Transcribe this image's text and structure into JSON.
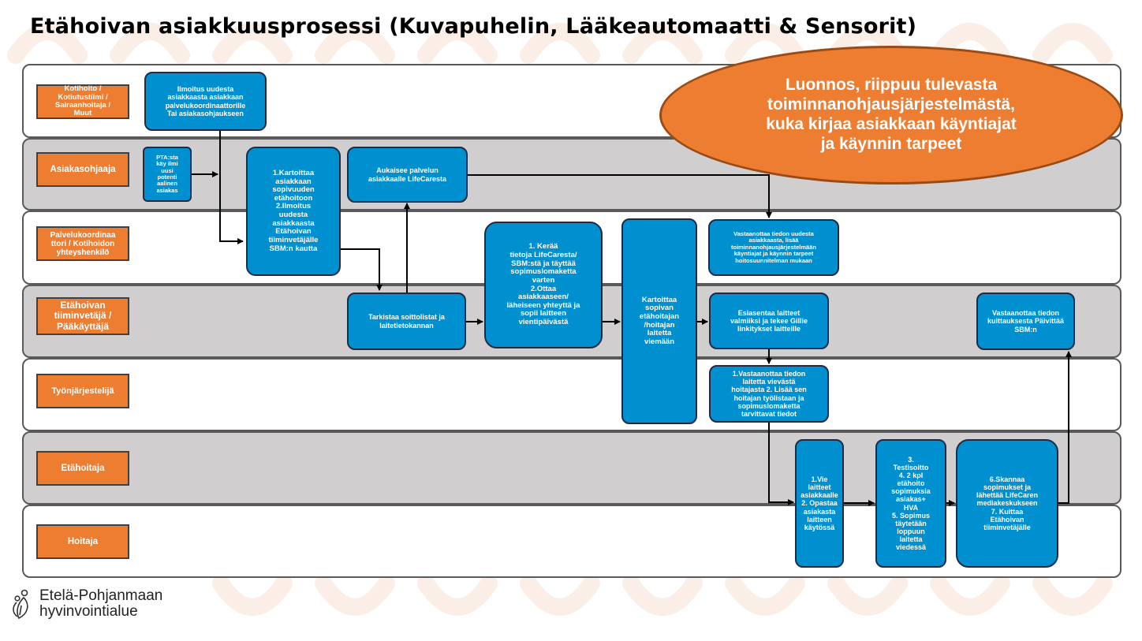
{
  "title": "Etähoivan asiakkuusprosessi (Kuvapuhelin, Lääkeautomaatti & Sensorit)",
  "colors": {
    "lane_label": "#ed7d31",
    "box": "#0090d0",
    "lane_grey": "#d0cece",
    "oval": "#ed7d31"
  },
  "lanes": [
    "Kotihoito / Kotiutustiimi / Sairaanhoitaja / Muut",
    "Asiakasohjaaja",
    "Palvelukoordinaattori / Kotihoidon yhteyshenkilö",
    "Etähoivan tiiminvetäjä / Pääkäyttäjä",
    "Työnjärjestelijä",
    "Etähoitaja",
    "Hoitaja"
  ],
  "lane_labels_display": [
    "Kotihoito /\nKotiutustiimi /\nSairaanhoitaja /\nMuut",
    "Asiakasohjaaja",
    "Palvelukoordinaa\nttori / Kotihoidon\nyhteyshenkilö",
    "Etähoivan\ntiiminvetäjä /\nPääkäyttäjä",
    "Työnjärjestelijä",
    "Etähoitaja",
    "Hoitaja"
  ],
  "steps": {
    "ilmoitus": "Ilmoitus uudesta\nasiakkaasta asiakkaan\npalvelukoordinaattorille\nTai asiakasohjaukseen",
    "pta": "PTA:sta\nkäy ilmi\nuusi\npotenti\naalinen\nasiakas",
    "kartoittaa": "1.Kartoittaa\nasiakkaan\nsopivuuden\netähoitoon\n2.Ilmoitus\nuudesta\nasiakkaasta\nEtähoivan\ntiiminvetäjälle\nSBM:n kautta",
    "aukaisee": "Aukaisee palvelun\nasiakkaalle LifeCaresta",
    "vastaanottaa_tiedon": "Vastaanottaa tiedon uudesta\nasiakkaasta, lisää\ntoiminnanohjausjärjestelmään\nkäyntiajat ja käynnin tarpeet\nhoitosuunnitelman mukaan",
    "tarkistaa": "Tarkistaa soittolistat ja\nlaitetietokannan",
    "keraa": "1. Kerää\ntietoja LifeCaresta/\nSBM:stä ja täyttää\nsopimuslomaketta\nvarten\n2.Ottaa\nasiakkaaseen/\nläheiseen yhteyttä ja\nsopii laitteen\nvientipäivästä",
    "kartoittaa_hoitajan": "Kartoittaa\nsopivan\netähoitajan\n/hoitajan\nlaitetta\nviemään",
    "esiasentaa": "Esiasentaa laitteet\nvalmiiksi ja tekee Gillie\nlinkitykset laitteille",
    "kuittaus": "Vastaanottaa tiedon\nkuittauksesta Päivittää\nSBM:n",
    "vastaanottaa_viejasta": "1.Vastaanottaa tiedon\nlaitetta vievästä\nhoitajasta 2. Lisää sen\nhoitajan työlistaan ja\nsopimuslomaketta\ntarvittavat tiedot",
    "vie": "1.Vie\nlaitteet\nasiakkaalle\n2. Opastaa\nasiakasta\nlaitteen\nkäytössä",
    "testisoitto": "3.\nTestisoitto\n4. 2 kpl\netähoito\nsopimuksia\nasiakas+\nHVA\n5. Sopimus\ntäytetään\nloppuun\nlaitetta\nviedessä",
    "skannaa": "6.Skannaa\nsopimukset ja\nlähettää LifeCaren\nmediakeskukseen\n7. Kuittaa\nEtähoivan\ntiiminvetäjälle"
  },
  "note": "Luonnos, riippuu tulevasta\ntoiminnanohjausjärjestelmästä,\nkuka kirjaa asiakkaan käyntiajat\nja käynnin tarpeet",
  "logo": {
    "line1": "Etelä-Pohjanmaan",
    "line2": "hyvinvointialue",
    "icon": "leaf-people-icon"
  }
}
